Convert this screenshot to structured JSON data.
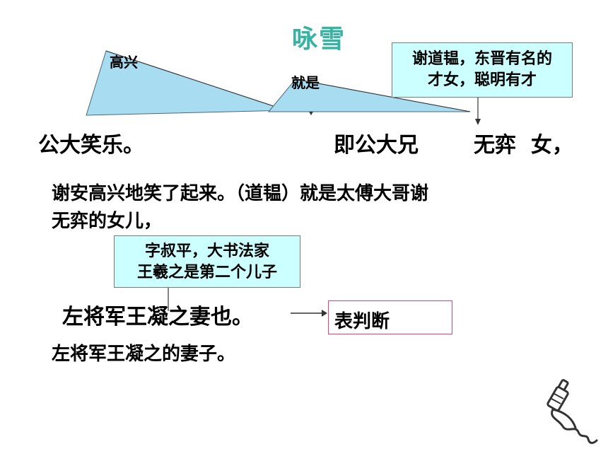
{
  "title": "咏雪",
  "annotations": {
    "gaoxing": "高兴",
    "jiushi": "就是",
    "daoyun_note": [
      "谢道韫，东晋有名的",
      "才女，聪明有才"
    ],
    "shuping_note": [
      "字叔平，大书法家",
      "王羲之是第二个儿子"
    ],
    "judgement": "表判断"
  },
  "lines": {
    "line1_left": "公大笑乐。",
    "line1_mid": "即公大兄",
    "line1_right": "无弈  女，",
    "translation1_a": "谢安高兴地笑了起来。（道韫）就是太傅大哥谢",
    "translation1_b": "无弈的女儿，",
    "line2": "左将军王凝之妻也。",
    "translation2": "左将军王凝之的妻子。"
  },
  "colors": {
    "title": "#36b3a3",
    "callout_fill": "#ccffff",
    "triangle_fill": "#a8dcf0",
    "judgement_border": "#e0427e"
  },
  "icons": {
    "decor": "usb-plug-icon"
  }
}
